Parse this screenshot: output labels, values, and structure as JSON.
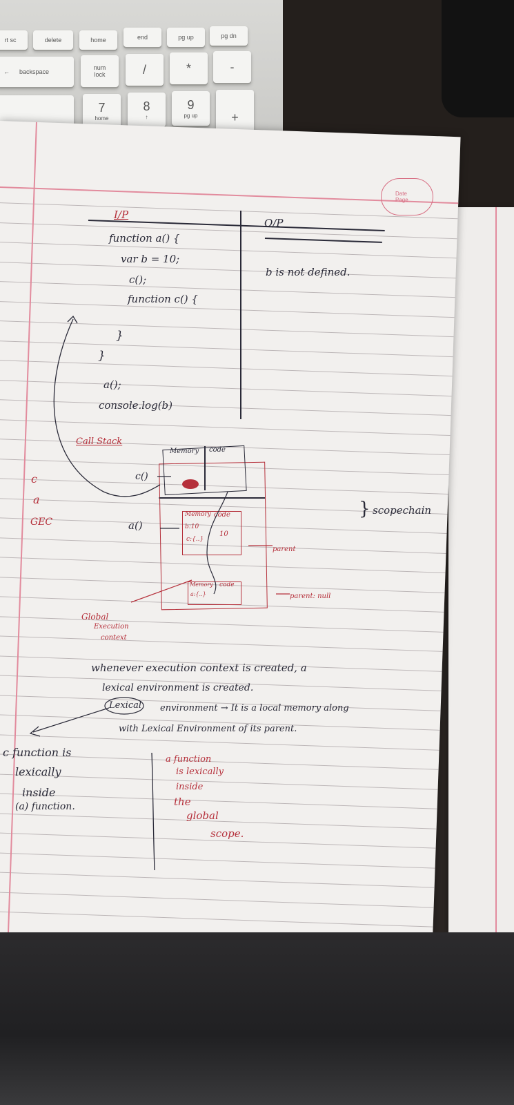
{
  "keyboard": {
    "row1": [
      "rt sc",
      "delete",
      "home",
      "end",
      "pg up",
      "pg dn"
    ],
    "row2": {
      "backspace": "backspace",
      "backspace_arrow": "←",
      "num_lock": "num\nlock",
      "slash": "/",
      "star": "*",
      "minus": "-"
    },
    "row3": {
      "seven": "7",
      "seven_sub": "home",
      "eight": "8",
      "eight_sub": "↑",
      "nine": "9",
      "nine_sub": "pg up",
      "plus": "+"
    }
  },
  "stamp": {
    "date": "Date",
    "page": "Page"
  },
  "table": {
    "input_header": "I/P",
    "output_header": "O/P",
    "code_lines": [
      "function a() {",
      "var b = 10;",
      "c();",
      "function c() {",
      "}",
      "}",
      "a();",
      "console.log(b)"
    ],
    "output_text": "b is not defined."
  },
  "diagram": {
    "call_stack_label": "Call Stack",
    "stack_side_labels": [
      "c",
      "a",
      "GEC"
    ],
    "frame_c_label": "c()",
    "frame_a_label": "a()",
    "memory_header": "Memory",
    "code_header": "code",
    "a_frame_memory": "b:10",
    "a_frame_code": "10",
    "a_frame_extra": "c:{..}",
    "gec_memory": "a:{..}",
    "scope_chain_label": "scopechain",
    "parent_label": "parent",
    "parent_null_label": "parent: null",
    "gec_label_1": "Global",
    "gec_label_2": "Execution",
    "gec_label_3": "context"
  },
  "notes": {
    "line1": "whenever execution context is created, a",
    "line2": "lexical environment is created.",
    "lexical_circled": "Lexical",
    "line3": "environment → It is a local memory along",
    "line4": "with Lexical Environment of its parent.",
    "left_note": [
      "c function is",
      "lexically",
      "inside",
      "(a) function."
    ],
    "right_note": [
      "a function",
      "is lexically",
      "inside",
      "the",
      "global",
      "scope."
    ]
  }
}
